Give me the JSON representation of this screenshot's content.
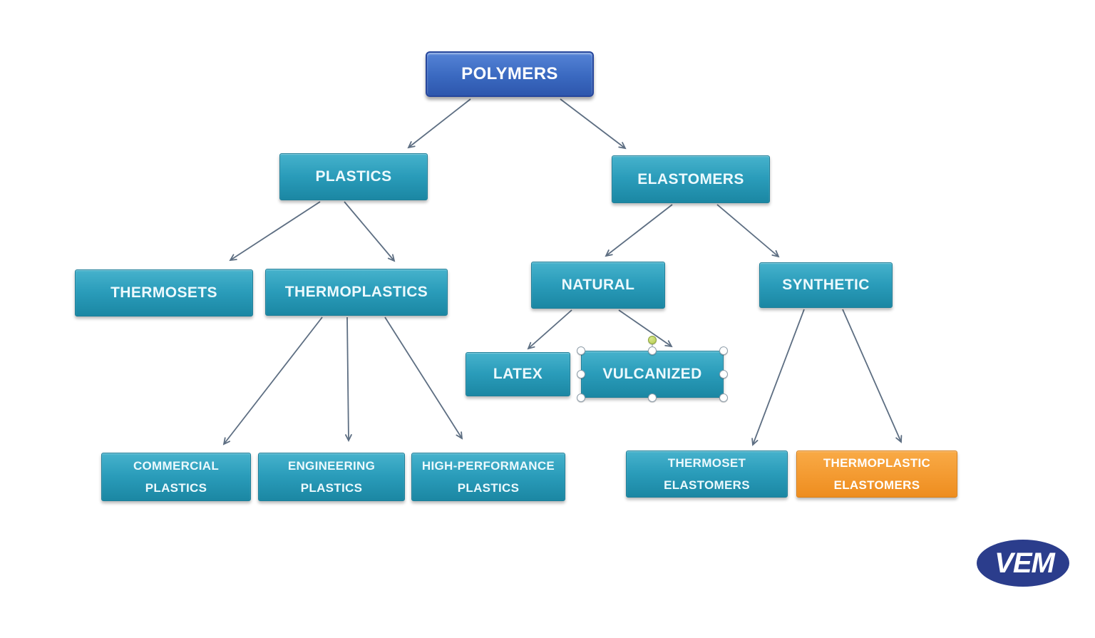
{
  "diagram": {
    "nodes": {
      "polymers": {
        "label": "POLYMERS",
        "style": "blue"
      },
      "plastics": {
        "label": "PLASTICS",
        "style": "teal"
      },
      "elastomers": {
        "label": "ELASTOMERS",
        "style": "teal"
      },
      "thermosets": {
        "label": "THERMOSETS",
        "style": "teal"
      },
      "thermoplastics": {
        "label": "THERMOPLASTICS",
        "style": "teal"
      },
      "natural": {
        "label": "NATURAL",
        "style": "teal"
      },
      "synthetic": {
        "label": "SYNTHETIC",
        "style": "teal"
      },
      "latex": {
        "label": "LATEX",
        "style": "teal"
      },
      "vulcanized": {
        "label": "VULCANIZED",
        "style": "teal",
        "selected": true
      },
      "commercial_plastics": {
        "label": "COMMERCIAL PLASTICS",
        "style": "teal"
      },
      "engineering_plastics": {
        "label": "ENGINEERING PLASTICS",
        "style": "teal"
      },
      "high_performance_plastics": {
        "label": "HIGH-PERFORMANCE PLASTICS",
        "style": "teal"
      },
      "thermoset_elastomers": {
        "label": "THERMOSET ELASTOMERS",
        "style": "teal"
      },
      "thermoplastic_elastomers": {
        "label": "THERMOPLASTIC ELASTOMERS",
        "style": "orange"
      }
    },
    "edges": [
      [
        "polymers",
        "plastics"
      ],
      [
        "polymers",
        "elastomers"
      ],
      [
        "plastics",
        "thermosets"
      ],
      [
        "plastics",
        "thermoplastics"
      ],
      [
        "elastomers",
        "natural"
      ],
      [
        "elastomers",
        "synthetic"
      ],
      [
        "natural",
        "latex"
      ],
      [
        "natural",
        "vulcanized"
      ],
      [
        "thermoplastics",
        "commercial_plastics"
      ],
      [
        "thermoplastics",
        "engineering_plastics"
      ],
      [
        "thermoplastics",
        "high_performance_plastics"
      ],
      [
        "synthetic",
        "thermoset_elastomers"
      ],
      [
        "synthetic",
        "thermoplastic_elastomers"
      ]
    ],
    "selection": {
      "node": "vulcanized"
    }
  },
  "logo": {
    "text": "VEM"
  },
  "colors": {
    "blue_top": "#5583d6",
    "blue_mid": "#3a69c0",
    "blue_bottom": "#2e57ad",
    "blue_border": "#27479c",
    "teal_top": "#46b2cc",
    "teal_mid": "#2a9cba",
    "teal_bottom": "#1b87a3",
    "teal_border": "#1f7f99",
    "orange_top": "#f9aa46",
    "orange_bottom": "#ee8d1f",
    "orange_border": "#d97e15",
    "arrow": "#5d6e82",
    "box_text": "#ecf9fd",
    "logo_navy": "#2b3d8c",
    "rotate_green": "#b5cb50",
    "background": "#ffffff"
  }
}
